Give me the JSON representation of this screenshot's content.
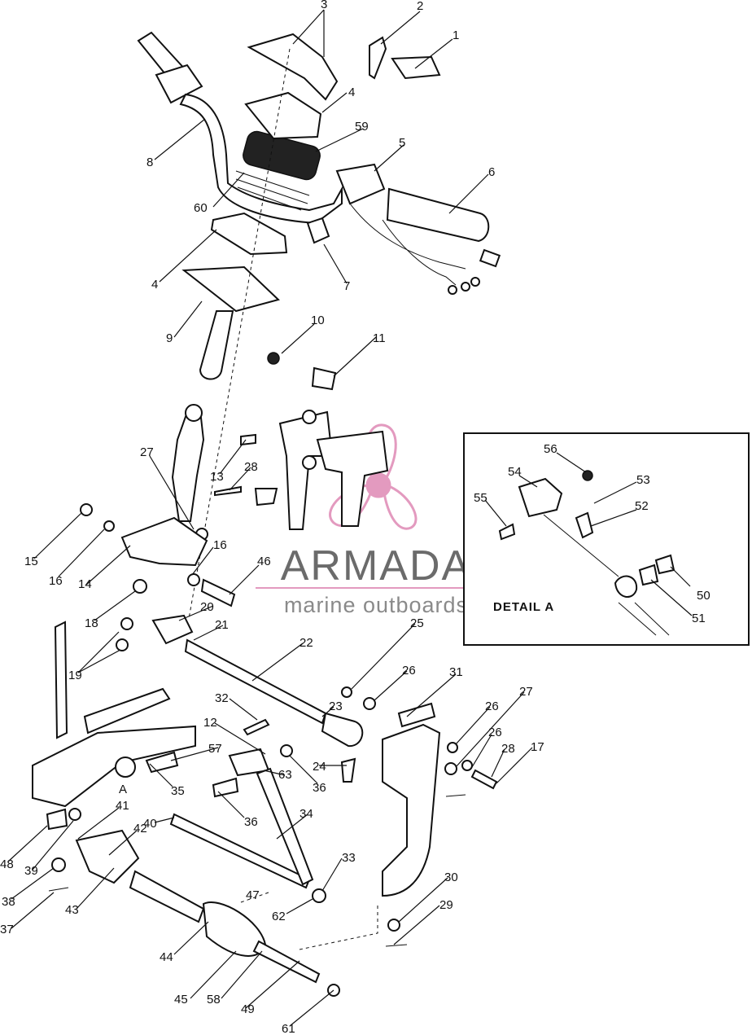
{
  "watermark": {
    "title": "ARMADA",
    "subtitle": "marine outboards",
    "title_color": "#6b6b6b",
    "accent_color": "#e39abf"
  },
  "detail": {
    "title": "DETAIL  A",
    "labels": [
      "56",
      "54",
      "53",
      "55",
      "52",
      "50",
      "51"
    ]
  },
  "callouts": [
    "3",
    "2",
    "1",
    "4",
    "59",
    "8",
    "5",
    "6",
    "60",
    "4",
    "7",
    "9",
    "10",
    "11",
    "27",
    "13",
    "28",
    "15",
    "16",
    "14",
    "16",
    "46",
    "18",
    "20",
    "21",
    "22",
    "25",
    "19",
    "26",
    "31",
    "23",
    "32",
    "12",
    "57",
    "24",
    "36",
    "35",
    "36",
    "63",
    "26",
    "27",
    "26",
    "28",
    "17",
    "41",
    "34",
    "42",
    "40",
    "48",
    "39",
    "38",
    "43",
    "33",
    "37",
    "62",
    "47",
    "30",
    "29",
    "44",
    "45",
    "58",
    "49",
    "61",
    "A"
  ]
}
